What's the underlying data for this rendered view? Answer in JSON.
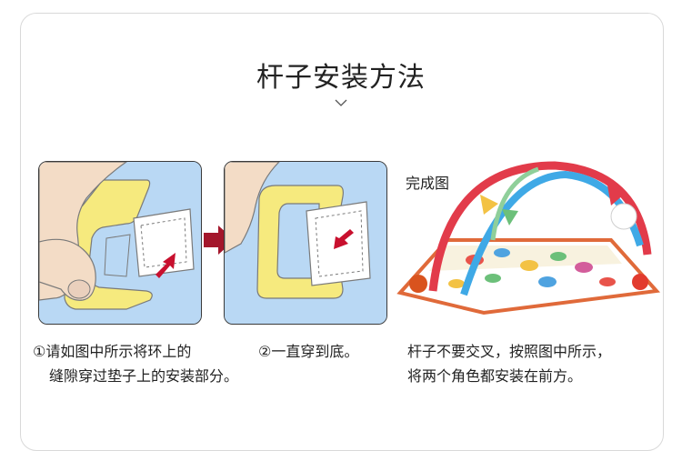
{
  "title": "杆子安装方法",
  "done_label": "完成图",
  "steps": [
    {
      "line1": "①请如图中所示将环上的",
      "line2": "缝隙穿过垫子上的安装部分。"
    },
    {
      "line1": "②一直穿到底。"
    }
  ],
  "note": {
    "line1": "杆子不要交叉，按照图中所示，",
    "line2": "将两个角色都安装在前方。"
  },
  "colors": {
    "panel_bg": "#b9d8f4",
    "ring_yellow": "#f6ea7e",
    "accent_red": "#c8102e"
  },
  "icons": [
    "chevron-down-icon",
    "right-arrow-icon"
  ]
}
